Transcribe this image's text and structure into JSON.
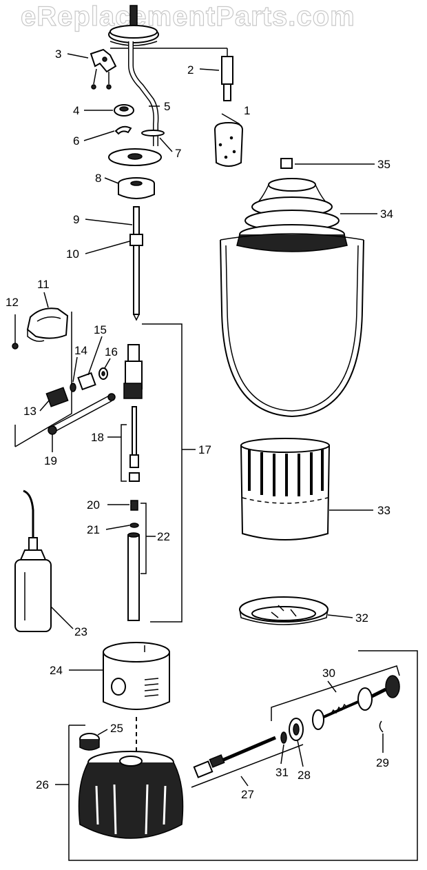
{
  "watermark": "eReplacementParts.com",
  "callouts": [
    {
      "id": "1",
      "text": "1"
    },
    {
      "id": "2",
      "text": "2"
    },
    {
      "id": "3",
      "text": "3"
    },
    {
      "id": "4",
      "text": "4"
    },
    {
      "id": "5",
      "text": "5"
    },
    {
      "id": "6",
      "text": "6"
    },
    {
      "id": "7",
      "text": "7"
    },
    {
      "id": "8",
      "text": "8"
    },
    {
      "id": "9",
      "text": "9"
    },
    {
      "id": "10",
      "text": "10"
    },
    {
      "id": "11",
      "text": "11"
    },
    {
      "id": "12",
      "text": "12"
    },
    {
      "id": "13",
      "text": "13"
    },
    {
      "id": "14",
      "text": "14"
    },
    {
      "id": "15",
      "text": "15"
    },
    {
      "id": "16",
      "text": "16"
    },
    {
      "id": "17",
      "text": "17"
    },
    {
      "id": "18",
      "text": "18"
    },
    {
      "id": "19",
      "text": "19"
    },
    {
      "id": "20",
      "text": "20"
    },
    {
      "id": "21",
      "text": "21"
    },
    {
      "id": "22",
      "text": "22"
    },
    {
      "id": "23",
      "text": "23"
    },
    {
      "id": "24",
      "text": "24"
    },
    {
      "id": "25",
      "text": "25"
    },
    {
      "id": "26",
      "text": "26"
    },
    {
      "id": "27",
      "text": "27"
    },
    {
      "id": "28",
      "text": "28"
    },
    {
      "id": "29",
      "text": "29"
    },
    {
      "id": "30",
      "text": "30"
    },
    {
      "id": "31",
      "text": "31"
    },
    {
      "id": "32",
      "text": "32"
    },
    {
      "id": "33",
      "text": "33"
    },
    {
      "id": "34",
      "text": "34"
    },
    {
      "id": "35",
      "text": "35"
    }
  ]
}
